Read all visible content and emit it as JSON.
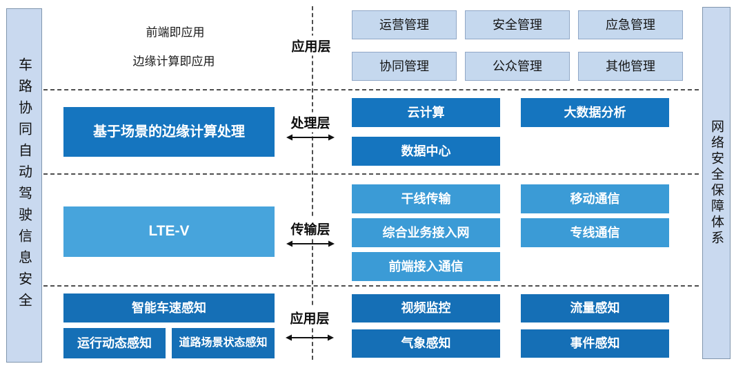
{
  "diagram": {
    "left_banner": "车路协同自动驾驶信息安全",
    "right_banner": "网络安全保障体系",
    "top_notes": {
      "front_end": "前端即应用",
      "edge_compute": "边缘计算即应用"
    },
    "layers": {
      "application_top": {
        "label": "应用层",
        "boxes": [
          "运营管理",
          "安全管理",
          "应急管理",
          "协同管理",
          "公众管理",
          "其他管理"
        ]
      },
      "processing": {
        "label": "处理层",
        "left_box": "基于场景的边缘计算处理",
        "boxes": [
          "云计算",
          "大数据分析",
          "数据中心"
        ]
      },
      "transmission": {
        "label": "传输层",
        "left_box": "LTE-V",
        "boxes": [
          "干线传输",
          "移动通信",
          "综合业务接入网",
          "专线通信",
          "前端接入通信"
        ]
      },
      "application_bottom": {
        "label": "应用层",
        "left_boxes": [
          "智能车速感知",
          "运行动态感知",
          "道路场景状态感知"
        ],
        "boxes": [
          "视频监控",
          "流量感知",
          "气象感知",
          "事件感知"
        ]
      }
    },
    "colors": {
      "light_fill": "#c5d8ee",
      "light_border": "#90a7c6",
      "dark_blue": "#1575bf",
      "medium_blue": "#3b9bd6",
      "lte_blue": "#47a4dc",
      "perception_blue": "#156fb6",
      "banner_fill": "#c9d9ef"
    }
  }
}
